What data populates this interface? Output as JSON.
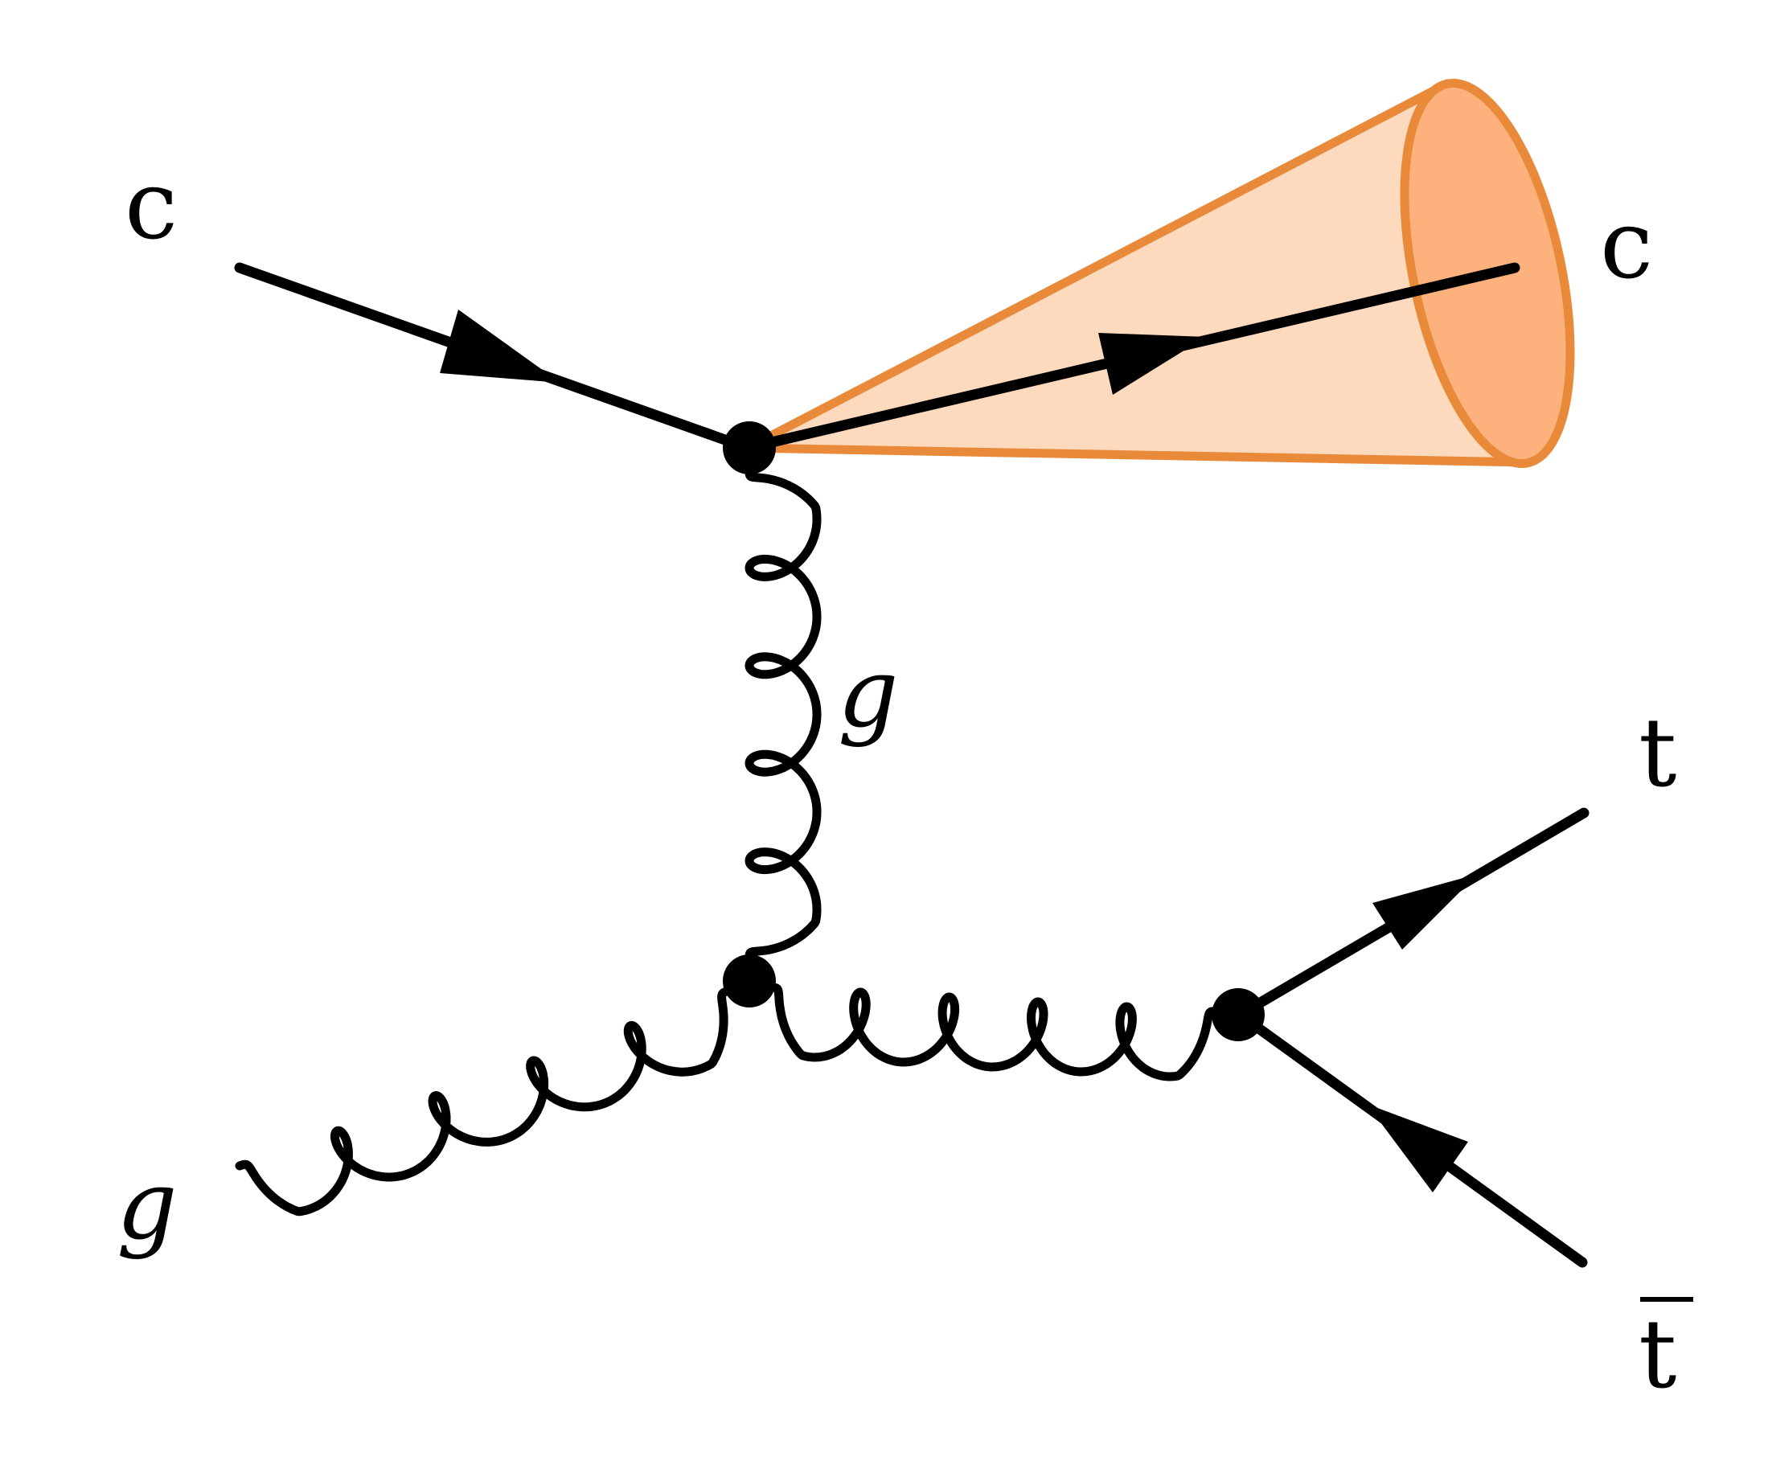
{
  "labels": {
    "incoming_quark": "c",
    "outgoing_quark": "c",
    "incoming_gluon": "g",
    "exchanged_gluon": "g",
    "top": "t",
    "antitop": "t"
  },
  "colors": {
    "line": "#000000",
    "cone_fill": "#fdd9bd",
    "cone_cap_fill": "#fdb27d",
    "cone_stroke": "#e88a3a"
  }
}
